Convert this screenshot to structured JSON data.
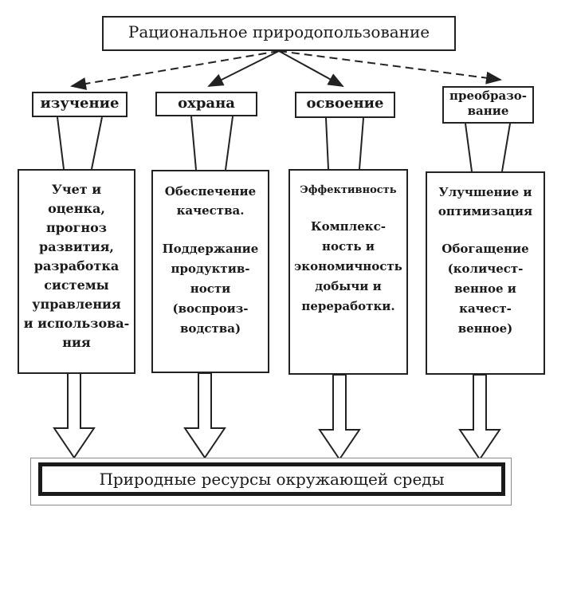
{
  "title": "Рациональное природопользование",
  "bottom": "Природные ресурсы окружающей среды",
  "columns": [
    {
      "head": "изучение",
      "body_top": "Учет и\nоценка,\nпрогноз\nразвития,\nразработка\nсистемы\nуправления\nи использова-\nния",
      "body_bottom": ""
    },
    {
      "head": "охрана",
      "body_top": "Обеспечение\nкачества.",
      "body_bottom": "Поддержание\nпродуктив-\nности\n(воспроиз-\nводства)"
    },
    {
      "head": "освоение",
      "body_top": "Эффективность",
      "body_bottom": "Комплекс-\nность и\nэкономичность\nдобычи и\nпереработки."
    },
    {
      "head": "преобразо-\nвание",
      "body_top": "Улучшение и\nоптимизация",
      "body_bottom": "Обогащение\n(количест-\nвенное и\nкачест-\nвенное)"
    }
  ]
}
